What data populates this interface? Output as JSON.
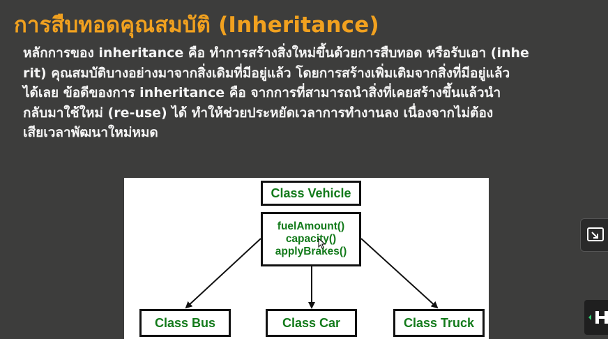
{
  "title": "การสืบทอดคุณสมบัติ (Inheritance)",
  "paragraph": [
    "หลักการของ inheritance คือ ทำการสร้างสิ่งใหม่ขึ้นด้วยการสืบทอด หรือรับเอา (inhe",
    "rit) คุณสมบัติบางอย่างมาจากสิ่งเดิมที่มีอยู่แล้ว โดยการสร้างเพิ่มเติมจากสิ่งที่มีอยู่แล้ว",
    "ได้เลย ข้อดีของการ inheritance คือ จากการที่สามารถนำสิ่งที่เคยสร้างขึ้นแล้วนำ",
    "กลับมาใช้ใหม่ (re-use) ได้ ทำให้ช่วยประหยัดเวลาการทำงานลง เนื่องจากไม่ต้อง",
    "เสียเวลาพัฒนาใหม่หมด"
  ],
  "diagram": {
    "parent": "Class Vehicle",
    "methods": [
      "fuelAmount()",
      "capacity()",
      "applyBrakes()"
    ],
    "children": [
      "Class Bus",
      "Class Car",
      "Class Truck"
    ]
  },
  "colors": {
    "background": "#3d3d3c",
    "title": "#f1a11f",
    "class_text": "#127a1a"
  },
  "icons": {
    "side_button": "exit-picture-in-picture-icon",
    "side_logo": "brand-logo-icon"
  }
}
